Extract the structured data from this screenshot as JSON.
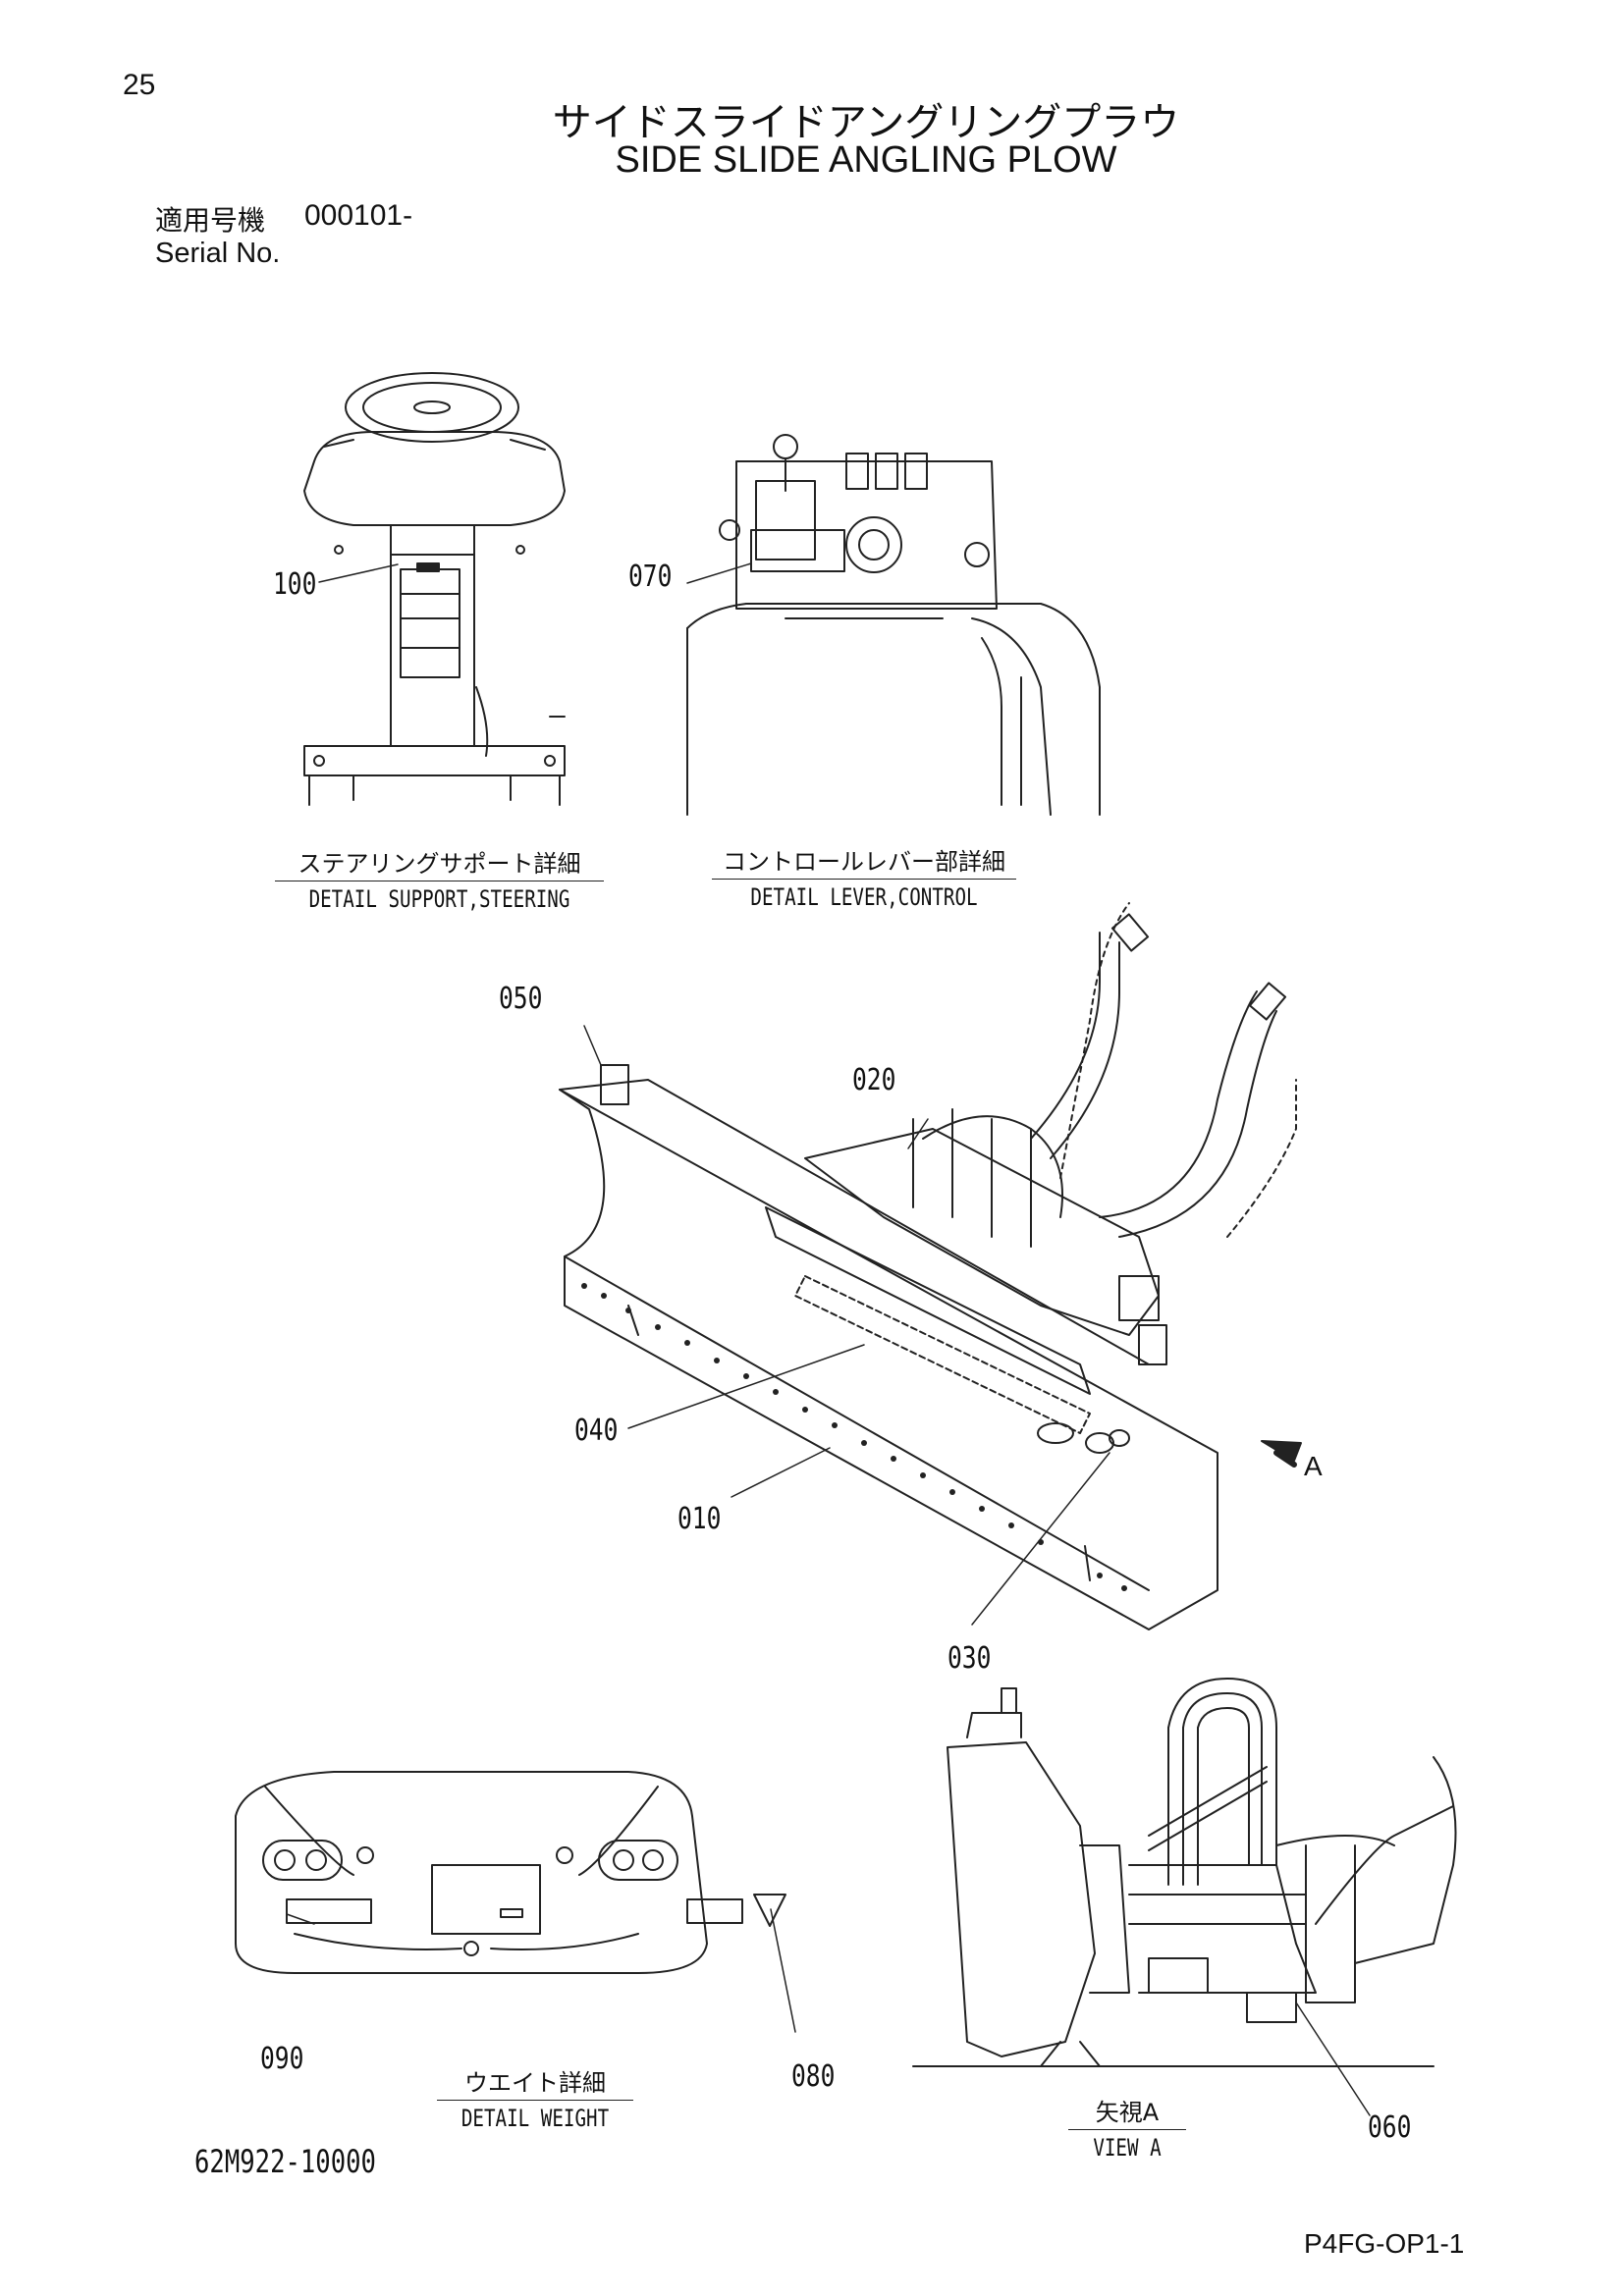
{
  "header": {
    "page_number": "25",
    "title_jp": "サイドスライドアングリングプラウ",
    "title_en": "SIDE SLIDE ANGLING PLOW",
    "serial_label_jp": "適用号機",
    "serial_value": "000101-",
    "serial_label_en": "Serial No."
  },
  "callouts": {
    "c100": "100",
    "c070": "070",
    "c050": "050",
    "c020": "020",
    "c040": "040",
    "c010": "010",
    "c030": "030",
    "cA": "A",
    "c090": "090",
    "c080": "080",
    "c060": "060"
  },
  "captions": {
    "steering_jp": "ステアリングサポート詳細",
    "steering_en": "DETAIL SUPPORT,STEERING",
    "lever_jp": "コントロールレバー部詳細",
    "lever_en": "DETAIL LEVER,CONTROL",
    "weight_jp": "ウエイト詳細",
    "weight_en": "DETAIL WEIGHT",
    "view_jp": "矢視A",
    "view_en": "VIEW A"
  },
  "footer": {
    "drawing_number": "62M922-10000",
    "page_id": "P4FG-OP1-1"
  }
}
